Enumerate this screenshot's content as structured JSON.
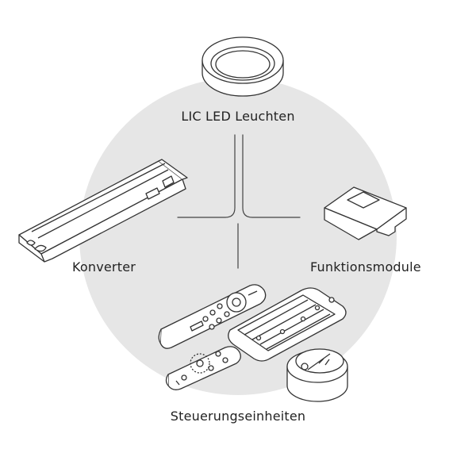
{
  "diagram": {
    "labels": {
      "top": "LIC LED Leuchten",
      "left": "Konverter",
      "right": "Funktionsmodule",
      "bottom": "Steuerungseinheiten"
    },
    "colors": {
      "background_circle": "#e6e6e6",
      "line": "#444444",
      "device_fill": "#ffffff",
      "text": "#222222"
    }
  }
}
